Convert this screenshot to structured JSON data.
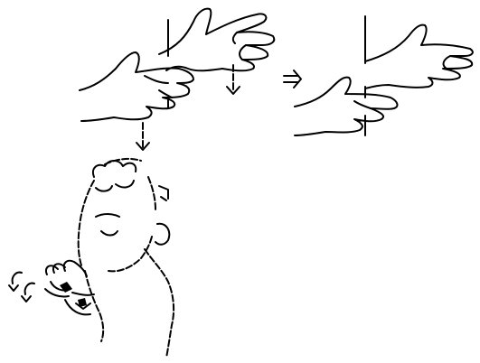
{
  "figure": {
    "panels": [
      {
        "name": "hand-motion-start"
      },
      {
        "name": "hand-motion-end"
      },
      {
        "name": "signer-figure"
      }
    ],
    "icons": {
      "step_arrow": "implies-arrow",
      "motion_arrows": "dashed-down-arrows",
      "wiggle_marks": "curved-arrow-marks"
    },
    "colors": {
      "ink": "#000000",
      "background": "#ffffff"
    }
  }
}
